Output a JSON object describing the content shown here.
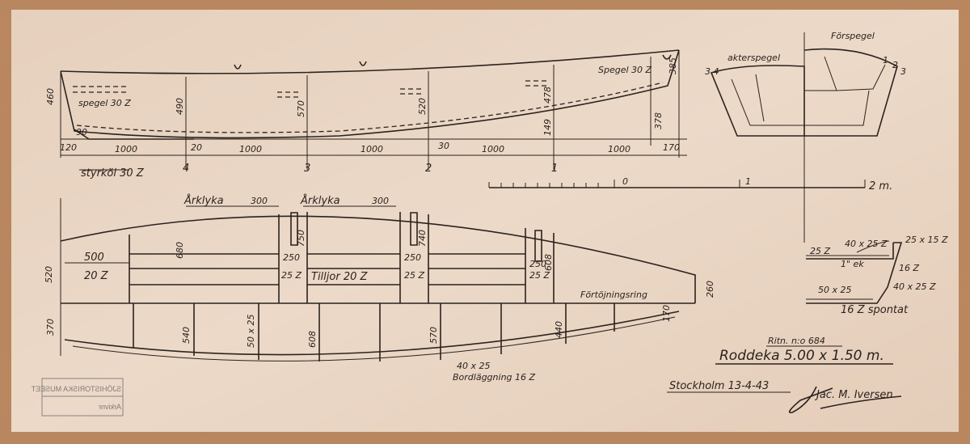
{
  "drawing": {
    "side_view": {
      "transom_left": "spegel 30 Z",
      "transom_right": "Spegel 30 Z",
      "heights": [
        "460",
        "490",
        "570",
        "520",
        "478",
        "385",
        "378",
        "149"
      ],
      "small_dims": [
        "90",
        "120",
        "20",
        "30",
        "170"
      ],
      "spacing": [
        "1000",
        "1000",
        "1000",
        "1000",
        "1000"
      ],
      "stations": [
        "4",
        "3",
        "2",
        "1"
      ],
      "keel": "styrköl 30 Z"
    },
    "scale": {
      "zero": "0",
      "one": "1",
      "two": "2 m."
    },
    "transoms": {
      "aft": "akterspegel",
      "fore": "Förspegel",
      "aft_nums": "3 4",
      "fore_nums": [
        "1",
        "2",
        "3"
      ]
    },
    "plan_view": {
      "oarlock1": "Årklyka",
      "oarlock1_dim": "300",
      "oarlock2": "Årklyka",
      "oarlock2_dim": "300",
      "dim_500": "500",
      "thwart_aft": "20 Z",
      "dim_520": "520",
      "dim_680": "680",
      "dim_750": "750",
      "dim_740": "740",
      "dim_608": "608",
      "seat1_w": "250",
      "seat1_t": "25 Z",
      "tiljor": "Tilljor 20 Z",
      "seat2_w": "250",
      "seat2_t": "25 Z",
      "seat3_w": "250",
      "seat3_t": "25 Z",
      "dim_260": "260",
      "ring": "Förtöjningsring",
      "dim_170": "170",
      "dim_370": "370",
      "dim_540": "540",
      "frame": "50 x 25",
      "dim_608b": "608",
      "dim_570": "570",
      "dim_440": "440",
      "rubbing": "40 x 25",
      "planking": "Bordläggning 16 Z"
    },
    "section": {
      "gunwale": "40 x 25 Z",
      "oak": "1\" ek",
      "rail": "25 x 15 Z",
      "seat": "25 Z",
      "plank": "16 Z",
      "chine": "40 x 25 Z",
      "floor": "50 x 25",
      "bottom": "16 Z spontat"
    },
    "title_block": {
      "number": "Ritn. n:o 684",
      "title": "Roddeka 5.00 x 1.50 m.",
      "place_date": "Stockholm 13-4-43",
      "signature": "Jac. M. Iversen"
    },
    "stamp": {
      "museum": "SJÖHISTORISKA MUSEET",
      "archive": "Arkivnr"
    }
  }
}
